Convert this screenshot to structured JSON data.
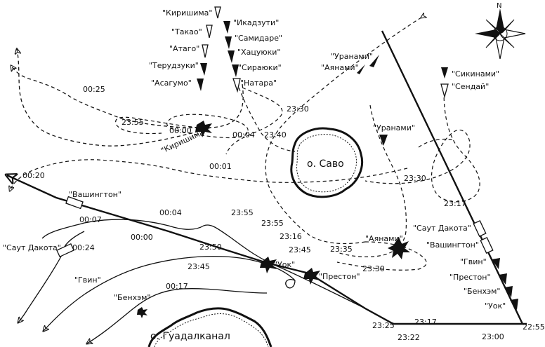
{
  "compass": {
    "north_letter": "N"
  },
  "places": {
    "savo": "о. Саво",
    "guadalcanal": "о. Гуадалканал"
  },
  "ships": {
    "kirishima": "\"Киришима\"",
    "takao": "\"Такао\"",
    "atago": "\"Атаго\"",
    "teruzuki": "\"Терудзуки\"",
    "asagumo": "\"Асагумо\"",
    "ikazuchi": "\"Икадзути\"",
    "samidare": "\"Самидаре\"",
    "hatsuyuki": "\"Хацуюки\"",
    "shirayuki": "\"Сираюки\"",
    "nagara": "\"Натара\"",
    "uranami_1": "\"Уранами\"",
    "ayanami_1": "\"Аянами\"",
    "shikinami": "\"Сикинами\"",
    "sendai": "\"Сендай\"",
    "uranami_2": "\"Уранами\"",
    "kirishima_2": "\"Киришима\"",
    "washington_1": "\"Вашингтон\"",
    "south_dakota_1": "\"Саут Дакота\"",
    "gwin_1": "\"Гвин\"",
    "benham_1": "\"Бенхэм\"",
    "walke_1": "\"Уок\"",
    "preston_1": "\"Престон\"",
    "ayanami_2": "\"Аянами\"",
    "south_dakota_2": "\"Саут Дакота\"",
    "washington_2": "\"Вашингтон\"",
    "gwin_2": "\"Гвин\"",
    "preston_2": "\"Престон\"",
    "benham_2": "\"Бенхэм\"",
    "walke_2": "\"Уок\""
  },
  "times": {
    "t_0025": "00:25",
    "t_2330_a": "23:30",
    "t_2355_a": "23:55",
    "t_0000_a": "00:00",
    "t_0004_a": "00:04",
    "t_2340": "23:40",
    "t_0001": "00:01",
    "t_0020": "00:20",
    "t_0004_b": "00:04",
    "t_2355_b": "23:55",
    "t_0007": "00:07",
    "t_0000_b": "00:00",
    "t_2355_c": "23:55",
    "t_2316": "23:16",
    "t_2345_a": "23:45",
    "t_2335": "23:35",
    "t_2330_b": "23:30",
    "t_2330_c": "23:30",
    "t_2317_a": "23:17",
    "t_0024": "00:24",
    "t_2350": "23:50",
    "t_2345_b": "23:45",
    "t_0017": "00:17",
    "t_2325": "23:25",
    "t_2317_b": "23:17",
    "t_2322": "23:22",
    "t_2300": "23:00",
    "t_2255": "22:55"
  }
}
